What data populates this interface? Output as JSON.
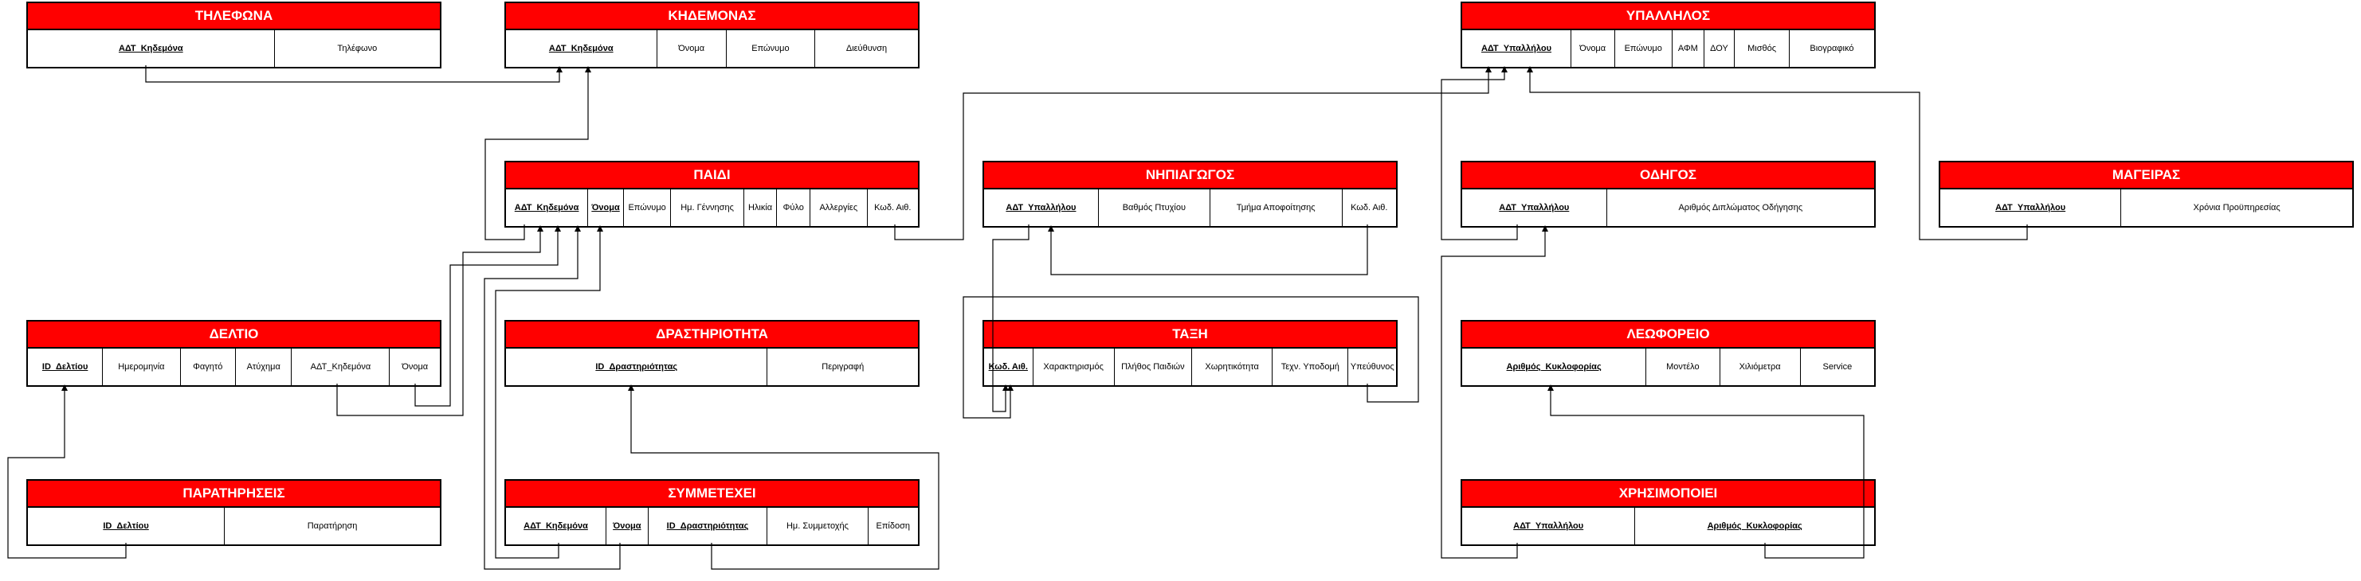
{
  "tables": {
    "tilefona": {
      "title": "ΤΗΛΕΦΩΝΑ",
      "columns": [
        {
          "name": "ΑΔΤ_Κηδεμόνα",
          "key": true
        },
        {
          "name": "Τηλέφωνο",
          "key": false
        }
      ]
    },
    "kidemonas": {
      "title": "ΚΗΔΕΜΟΝΑΣ",
      "columns": [
        {
          "name": "ΑΔΤ_Κηδεμόνα",
          "key": true
        },
        {
          "name": "Όνομα",
          "key": false
        },
        {
          "name": "Επώνυμο",
          "key": false
        },
        {
          "name": "Διεύθυνση",
          "key": false
        }
      ]
    },
    "ypallilos": {
      "title": "ΥΠΑΛΛΗΛΟΣ",
      "columns": [
        {
          "name": "ΑΔΤ_Υπαλλήλου",
          "key": true
        },
        {
          "name": "Όνομα",
          "key": false
        },
        {
          "name": "Επώνυμο",
          "key": false
        },
        {
          "name": "ΑΦΜ",
          "key": false
        },
        {
          "name": "ΔΟΥ",
          "key": false
        },
        {
          "name": "Μισθός",
          "key": false
        },
        {
          "name": "Βιογραφικό",
          "key": false
        }
      ]
    },
    "paidi": {
      "title": "ΠΑΙΔΙ",
      "columns": [
        {
          "name": "ΑΔΤ_Κηδεμόνα",
          "key": true
        },
        {
          "name": "Όνομα",
          "key": true
        },
        {
          "name": "Επώνυμο",
          "key": false
        },
        {
          "name": "Ημ. Γέννησης",
          "key": false
        },
        {
          "name": "Ηλικία",
          "key": false
        },
        {
          "name": "Φύλο",
          "key": false
        },
        {
          "name": "Αλλεργίες",
          "key": false
        },
        {
          "name": "Κωδ. Αιθ.",
          "key": false
        }
      ]
    },
    "nipiagogos": {
      "title": "ΝΗΠΙΑΓΩΓΟΣ",
      "columns": [
        {
          "name": "ΑΔΤ_Υπαλλήλου",
          "key": true
        },
        {
          "name": "Βαθμός Πτυχίου",
          "key": false
        },
        {
          "name": "Τμήμα Αποφοίτησης",
          "key": false
        },
        {
          "name": "Κωδ. Αιθ.",
          "key": false
        }
      ]
    },
    "odigos": {
      "title": "ΟΔΗΓΟΣ",
      "columns": [
        {
          "name": "ΑΔΤ_Υπαλλήλου",
          "key": true
        },
        {
          "name": "Αριθμός Διπλώματος Οδήγησης",
          "key": false
        }
      ]
    },
    "mageiras": {
      "title": "ΜΑΓΕΙΡΑΣ",
      "columns": [
        {
          "name": "ΑΔΤ_Υπαλλήλου",
          "key": true
        },
        {
          "name": "Χρόνια Προϋπηρεσίας",
          "key": false
        }
      ]
    },
    "deltio": {
      "title": "ΔΕΛΤΙΟ",
      "columns": [
        {
          "name": "ID_Δελτίου",
          "key": true
        },
        {
          "name": "Ημερομηνία",
          "key": false
        },
        {
          "name": "Φαγητό",
          "key": false
        },
        {
          "name": "Ατύχημα",
          "key": false
        },
        {
          "name": "ΑΔΤ_Κηδεμόνα",
          "key": false
        },
        {
          "name": "Όνομα",
          "key": false
        }
      ]
    },
    "drastiriotita": {
      "title": "ΔΡΑΣΤΗΡΙΟΤΗΤΑ",
      "columns": [
        {
          "name": "ID_Δραστηριότητας",
          "key": true
        },
        {
          "name": "Περιγραφή",
          "key": false
        }
      ]
    },
    "taxi": {
      "title": "ΤΑΞΗ",
      "columns": [
        {
          "name": "Κωδ. Αιθ.",
          "key": true
        },
        {
          "name": "Χαρακτηρισμός",
          "key": false
        },
        {
          "name": "Πλήθος Παιδιών",
          "key": false
        },
        {
          "name": "Χωρητικότητα",
          "key": false
        },
        {
          "name": "Τεχν. Υποδομή",
          "key": false
        },
        {
          "name": "Υπεύθυνος",
          "key": false
        }
      ]
    },
    "leoforeio": {
      "title": "ΛΕΩΦΟΡΕΙΟ",
      "columns": [
        {
          "name": "Αριθμός_Κυκλοφορίας",
          "key": true
        },
        {
          "name": "Μοντέλο",
          "key": false
        },
        {
          "name": "Χιλιόμετρα",
          "key": false
        },
        {
          "name": "Service",
          "key": false
        }
      ]
    },
    "paratiriseis": {
      "title": "ΠΑΡΑΤΗΡΗΣΕΙΣ",
      "columns": [
        {
          "name": "ID_Δελτίου",
          "key": true
        },
        {
          "name": "Παρατήρηση",
          "key": false
        }
      ]
    },
    "symmetexei": {
      "title": "ΣΥΜΜΕΤΕΧΕΙ",
      "columns": [
        {
          "name": "ΑΔΤ_Κηδεμόνα",
          "key": true
        },
        {
          "name": "Όνομα",
          "key": true
        },
        {
          "name": "ID_Δραστηριότητας",
          "key": true
        },
        {
          "name": "Ημ. Συμμετοχής",
          "key": false
        },
        {
          "name": "Επίδοση",
          "key": false
        }
      ]
    },
    "xrisimopoiei": {
      "title": "ΧΡΗΣΙΜΟΠΟΙΕΙ",
      "columns": [
        {
          "name": "ΑΔΤ_Υπαλλήλου",
          "key": true
        },
        {
          "name": "Αριθμός_Κυκλοφορίας",
          "key": true
        }
      ]
    }
  },
  "colors": {
    "header": "#ff0000",
    "header_text": "#ffffff",
    "border": "#000000",
    "link": "#000000"
  }
}
